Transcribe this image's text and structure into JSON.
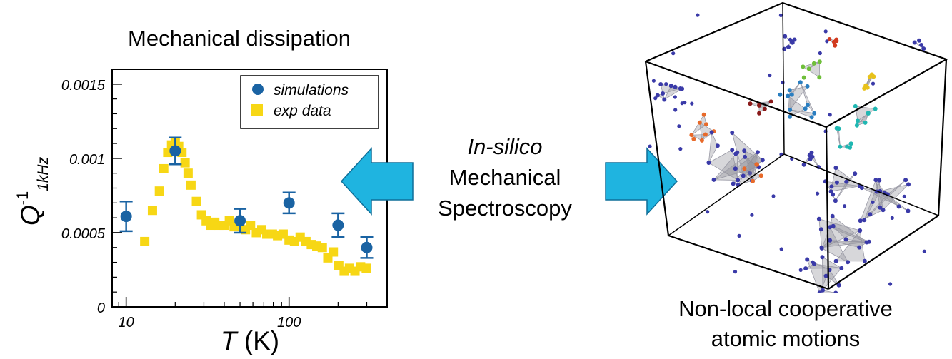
{
  "figure": {
    "left_title": "Mechanical dissipation",
    "center_text": {
      "line1": "In-silico",
      "line2": "Mechanical",
      "line3": "Spectroscopy"
    },
    "right_caption": {
      "line1": "Non-local cooperative",
      "line2": "atomic motions"
    },
    "arrow_color": "#1fb4e0",
    "arrow_stroke": "#0f6f99"
  },
  "chart_data": {
    "type": "scatter",
    "xscale": "log",
    "xlim": [
      8.2,
      400
    ],
    "ylim": [
      0,
      0.0016
    ],
    "xticks": [
      10,
      100
    ],
    "xtick_labels": [
      "10",
      "100"
    ],
    "yticks": [
      0,
      0.0005,
      0.001,
      0.0015
    ],
    "ytick_labels": [
      "0",
      "0.0005",
      "0.001",
      "0.0015"
    ],
    "xlabel": {
      "symbol": "T",
      "unit": " (K)"
    },
    "ylabel": {
      "main": "Q",
      "superscript": "-1",
      "subscript": "1kHz"
    },
    "legend": "top-right",
    "grid": false,
    "series": [
      {
        "name": "simulations",
        "marker": "circle",
        "color": "#1a63a3",
        "x": [
          10,
          20,
          50,
          100,
          200,
          300
        ],
        "y": [
          0.00061,
          0.00105,
          0.00058,
          0.0007,
          0.00055,
          0.0004
        ],
        "yerr": [
          0.0001,
          9e-05,
          8e-05,
          7e-05,
          8e-05,
          7e-05
        ]
      },
      {
        "name": "exp data",
        "marker": "square",
        "color": "#f7d715",
        "x": [
          13,
          14.5,
          16,
          17,
          18,
          19,
          20,
          21,
          22,
          23,
          24,
          25,
          27,
          29,
          31,
          33,
          35,
          37,
          40,
          43,
          46,
          50,
          54,
          58,
          63,
          68,
          73,
          79,
          85,
          92,
          100,
          108,
          117,
          127,
          137,
          148,
          160,
          173,
          187,
          202,
          218,
          235,
          254,
          275,
          298
        ],
        "y": [
          0.00044,
          0.00065,
          0.00078,
          0.00093,
          0.00104,
          0.00109,
          0.00111,
          0.00108,
          0.00104,
          0.00097,
          0.0009,
          0.00082,
          0.00071,
          0.00062,
          0.00058,
          0.00055,
          0.00057,
          0.00055,
          0.00055,
          0.00058,
          0.00054,
          0.00055,
          0.00052,
          0.00055,
          0.0005,
          0.00052,
          0.00049,
          0.00049,
          0.00048,
          0.00049,
          0.00045,
          0.00044,
          0.00047,
          0.00044,
          0.00042,
          0.00041,
          0.0004,
          0.00033,
          0.00037,
          0.00028,
          0.00024,
          0.00026,
          0.00024,
          0.00027,
          0.00026
        ]
      }
    ]
  }
}
